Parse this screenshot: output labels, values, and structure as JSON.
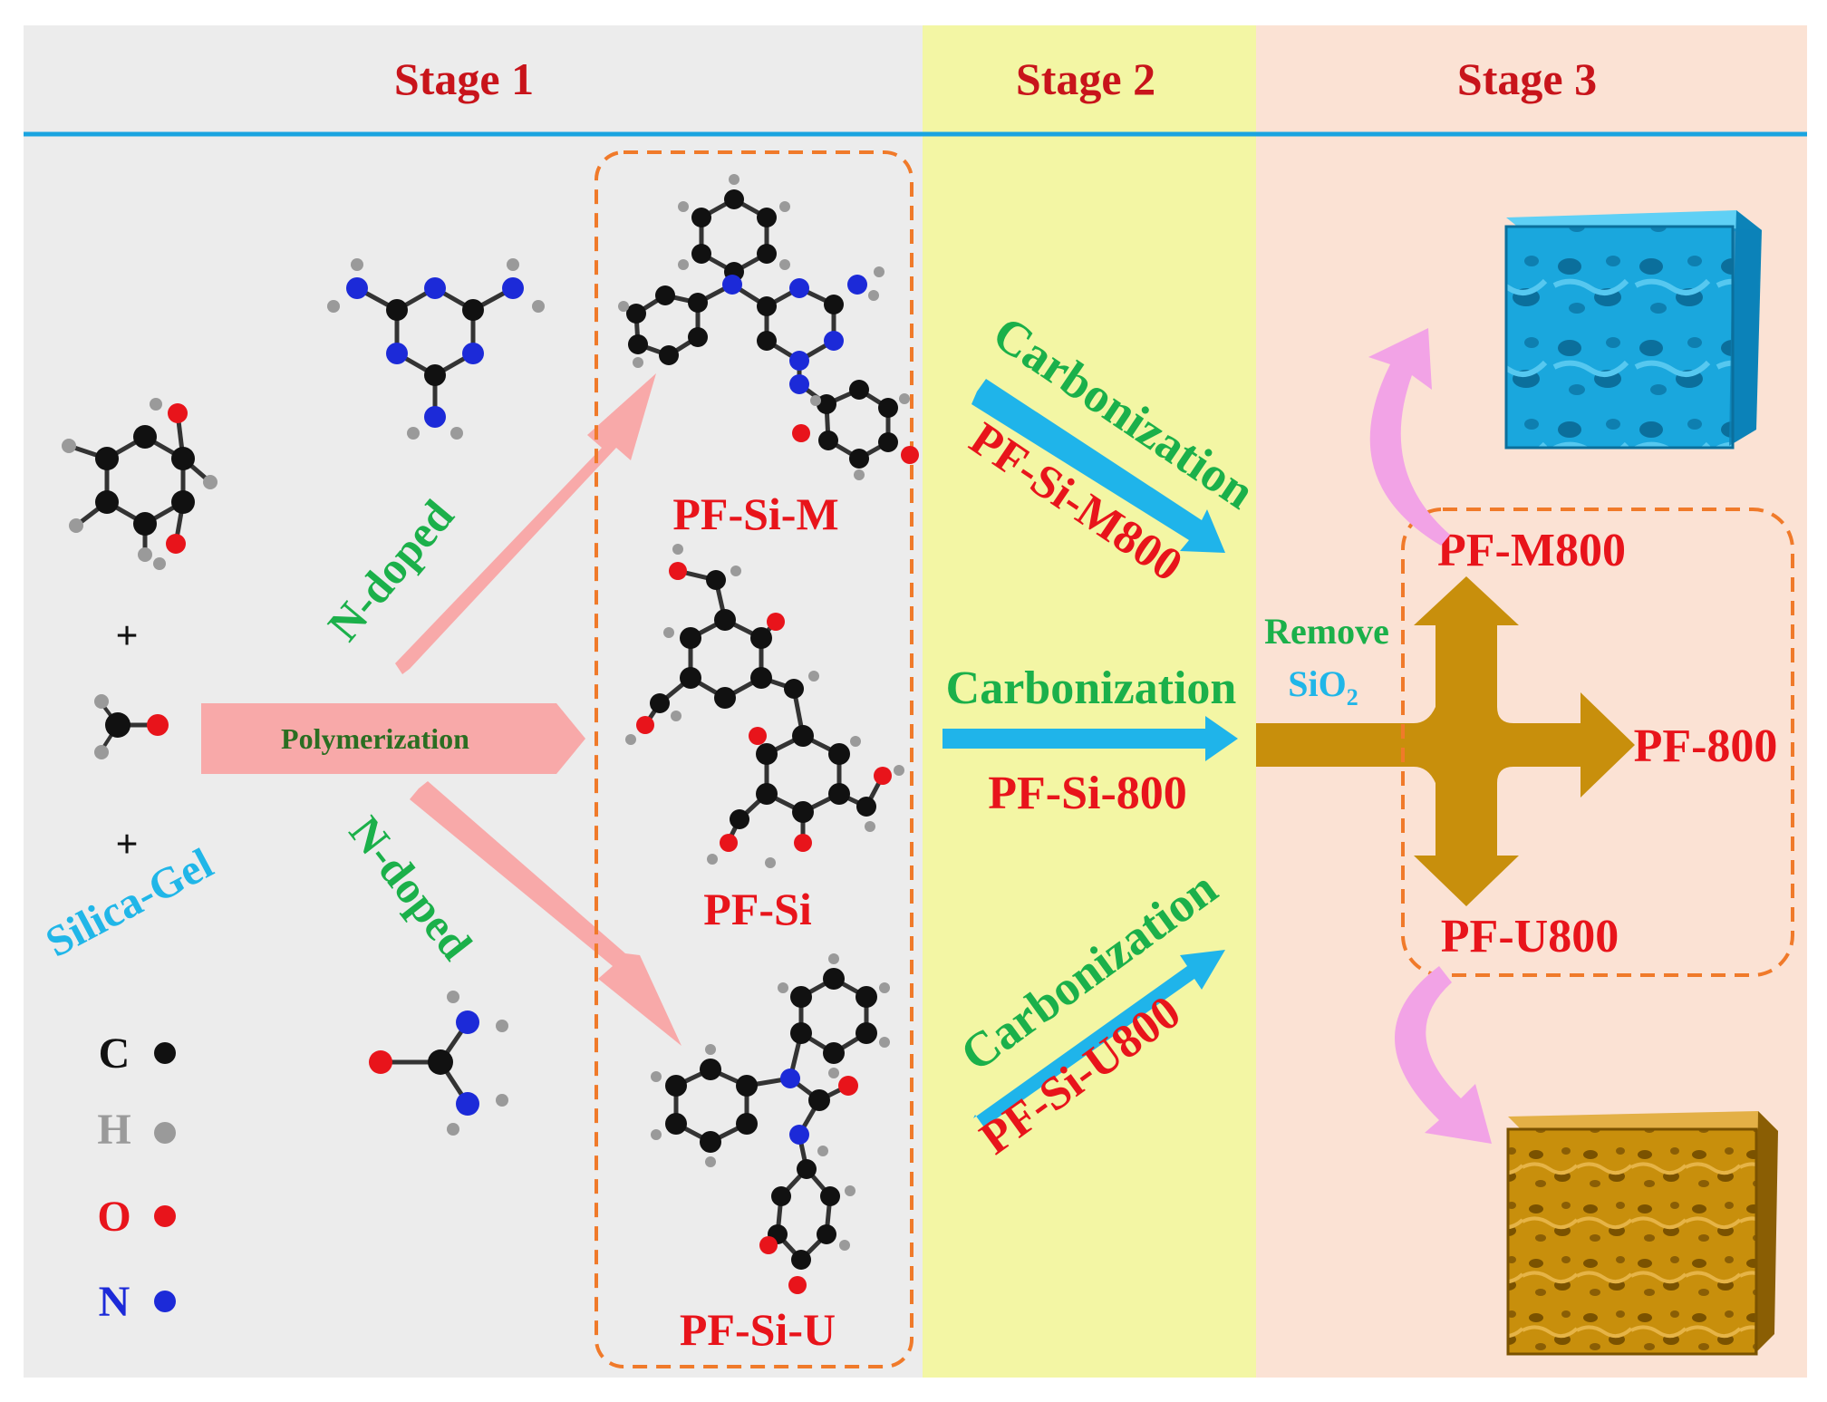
{
  "stages": [
    {
      "label": "Stage 1",
      "bg": "#ececec"
    },
    {
      "label": "Stage 2",
      "bg": "#f3f6a4"
    },
    {
      "label": "Stage 3",
      "bg": "#fbe2d4"
    }
  ],
  "colors": {
    "divider": "#1aa4e0",
    "pink_arrow": "#f8a9a9",
    "blue_arrow": "#1fb4ea",
    "gold_arrow": "#c88f0c",
    "magenta_arrow": "#f2a3e6",
    "dash_box": "#f07a2a",
    "carbon_atom": "#111111",
    "hydrogen_atom": "#9a9a9a",
    "oxygen_atom": "#e8141b",
    "nitrogen_atom": "#1c2ad8",
    "blue_foam": "#1aa7dd",
    "gold_foam": "#c88f0c"
  },
  "stage1": {
    "plus_1": "+",
    "plus_2": "+",
    "silica_gel": "Silica-Gel",
    "polymerization": "Polymerization",
    "n_doped_top": "N-doped",
    "n_doped_bottom": "N-doped",
    "legend": [
      {
        "symbol": "C",
        "color": "#111111"
      },
      {
        "symbol": "H",
        "color": "#9a9a9a"
      },
      {
        "symbol": "O",
        "color": "#e8141b"
      },
      {
        "symbol": "N",
        "color": "#1c2ad8"
      }
    ],
    "products": [
      "PF-Si-M",
      "PF-Si",
      "PF-Si-U"
    ]
  },
  "stage2": {
    "top": {
      "process": "Carbonization",
      "product": "PF-Si-M800"
    },
    "middle": {
      "process": "Carbonization",
      "product": "PF-Si-800"
    },
    "bottom": {
      "process": "Carbonization",
      "product": "PF-Si-U800"
    }
  },
  "stage3": {
    "remove_word": "Remove",
    "remove_species": "SiO",
    "remove_subscript": "2",
    "outputs": [
      "PF-M800",
      "PF-800",
      "PF-U800"
    ]
  },
  "icons": [
    "resorcinol-molecule-icon",
    "formaldehyde-molecule-icon",
    "melamine-molecule-icon",
    "urea-molecule-icon",
    "porous-carbon-cube-icon"
  ]
}
